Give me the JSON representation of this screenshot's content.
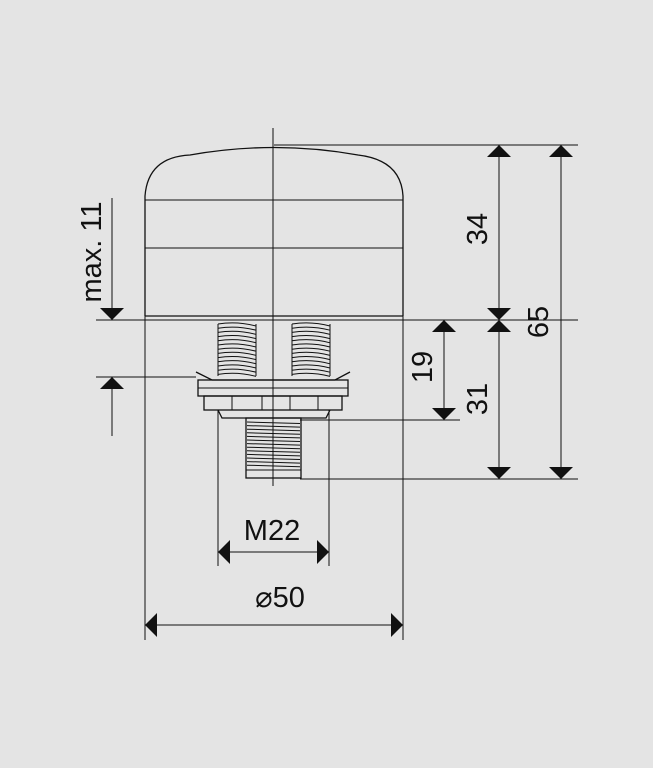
{
  "diagram": {
    "background_color": "#e4e4e4",
    "line_color": "#111111",
    "dimensions": {
      "total_height": "65",
      "dome_height": "34",
      "body_height": "31",
      "mount_height": "19",
      "max_clamp": "max. 11",
      "thread": "M22",
      "diameter": "⌀50"
    }
  }
}
